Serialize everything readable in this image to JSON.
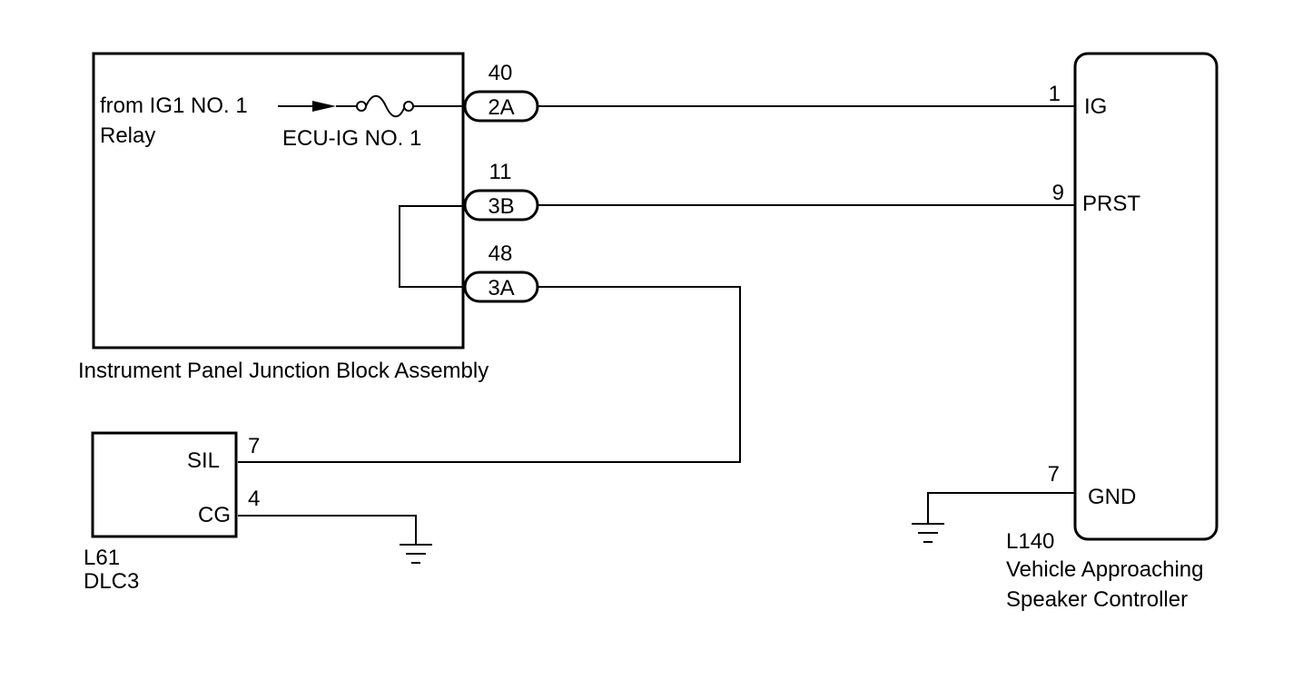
{
  "jb": {
    "name": "Instrument Panel Junction Block Assembly",
    "source_line1": "from IG1 NO. 1",
    "source_line2": "Relay",
    "fuse_label": "ECU-IG NO. 1",
    "connectors": [
      {
        "id": "2A",
        "pin": "40"
      },
      {
        "id": "3B",
        "pin": "11"
      },
      {
        "id": "3A",
        "pin": "48"
      }
    ]
  },
  "dlc3": {
    "code": "L61",
    "name": "DLC3",
    "terminals": [
      {
        "label": "SIL",
        "pin": "7"
      },
      {
        "label": "CG",
        "pin": "4"
      }
    ]
  },
  "controller": {
    "code": "L140",
    "name_line1": "Vehicle Approaching",
    "name_line2": "Speaker Controller",
    "terminals": [
      {
        "label": "IG",
        "pin": "1"
      },
      {
        "label": "PRST",
        "pin": "9"
      },
      {
        "label": "GND",
        "pin": "7"
      }
    ]
  }
}
